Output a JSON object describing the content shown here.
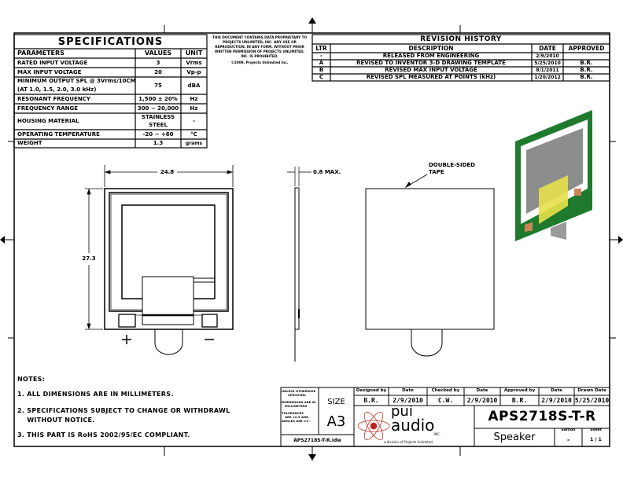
{
  "specifications": {
    "title": "SPECIFICATIONS",
    "headers": {
      "parameters": "PARAMETERS",
      "values": "VALUES",
      "unit": "UNIT"
    },
    "rows": [
      {
        "param": "RATED INPUT VOLTAGE",
        "value": "3",
        "unit": "Vrms"
      },
      {
        "param": "MAX INPUT VOLTAGE",
        "value": "20",
        "unit": "Vp-p"
      },
      {
        "param": "MINIMUM OUTPUT SPL @ 3Vrms/10CM",
        "param2": "(AT 1.0, 1.5, 2.0, 3.0 kHz)",
        "value": "75",
        "unit": "dBA"
      },
      {
        "param": "RESONANT FREQUENCY",
        "value": "1,500 ± 20%",
        "unit": "Hz"
      },
      {
        "param": "FREQUENCY RANGE",
        "value": "300 ~ 20,000",
        "unit": "Hz"
      },
      {
        "param": "HOUSING MATERIAL",
        "value": "STAINLESS",
        "value2": "STEEL",
        "unit": "-"
      },
      {
        "param": "OPERATING TEMPERATURE",
        "value": "-20 ~ +60",
        "unit": "°C"
      },
      {
        "param": "WEIGHT",
        "value": "1.3",
        "unit": "grams"
      }
    ]
  },
  "copyright": {
    "lines": [
      "THIS DOCUMENT CONTAINS DATA PROPRIETARY TO",
      "PROJECTS UNLIMITED, INC. ANY USE OR",
      "REPRODUCTION, IN ANY FORM, WITHOUT PRIOR",
      "WRITTEN PERMISSION OF PROJECTS UNLIMITED,",
      "INC. IS PROHIBITED."
    ],
    "notice": "©2009, Projects Unlimited Inc."
  },
  "revision_history": {
    "title": "REVISION HISTORY",
    "headers": {
      "ltr": "LTR",
      "description": "DESCRIPTION",
      "date": "DATE",
      "approved": "APPROVED"
    },
    "rows": [
      {
        "ltr": "-",
        "description": "RELEASED FROM ENGINEERING",
        "date": "2/9/2010",
        "approved": ""
      },
      {
        "ltr": "A",
        "description": "REVISED TO INVENTOR 3-D DRAWING TEMPLATE",
        "date": "5/25/2010",
        "approved": "B.R."
      },
      {
        "ltr": "B",
        "description": "REVISED MAX INPUT VOLTAGE",
        "date": "8/1/2011",
        "approved": "B.R."
      },
      {
        "ltr": "C",
        "description": "REVISED SPL MEASURED AT POINTS (kHz)",
        "date": "1/20/2012",
        "approved": "B.R."
      }
    ]
  },
  "drawing": {
    "width_dim": "24.8",
    "height_dim": "27.3",
    "thickness_dim": "0.8 MAX.",
    "tape_label_1": "DOUBLE-SIDED",
    "tape_label_2": "TAPE",
    "plus": "+",
    "minus": "−"
  },
  "notes": {
    "title": "NOTES:",
    "items": [
      "1. ALL DIMENSIONS ARE IN MILLIMETERS.",
      "2. SPECIFICATIONS SUBJECT TO CHANGE OR WITHDRAWL",
      "    WITHOUT NOTICE.",
      "3. THIS PART IS RoHS 2002/95/EC COMPLIANT."
    ]
  },
  "title_block": {
    "unless": [
      "UNLESS OTHERWISE",
      "SPECIFIED:",
      "DIMENSIONS ARE IN",
      "MILLIMETERS",
      "TOLERANCES",
      "ARE ±0.5 AND",
      "ANGLES ARE ±1°."
    ],
    "size_label": "SIZE",
    "size": "A3",
    "filename": "APS2718S-T-R.idw",
    "headers": [
      "Designed by",
      "Date",
      "Checked by",
      "Date",
      "Approved by",
      "Date",
      "Drawn Date"
    ],
    "values": [
      "B.R.",
      "2/9/2010",
      "C.W.",
      "2/9/2010",
      "B.R.",
      "2/9/2010",
      "5/25/2010"
    ],
    "logo_text_1": "pui",
    "logo_text_2": "audio",
    "logo_inc": "INC.",
    "logo_tagline": "a division of Projects Unlimited",
    "part_number": "APS2718S-T-R",
    "part_name": "Speaker",
    "edition_label": "Edition",
    "edition": "-",
    "sheet_label": "Sheet",
    "sheet": "1 / 1"
  }
}
